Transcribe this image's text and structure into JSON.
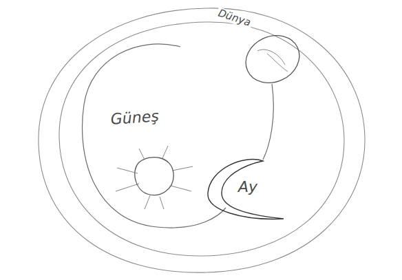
{
  "diagram": {
    "nodes": [
      {
        "text": [
          "Dünya"
        ]
      },
      {
        "text": [
          "Güneş"
        ]
      },
      {
        "text": [
          "Ay"
        ]
      }
    ]
  }
}
